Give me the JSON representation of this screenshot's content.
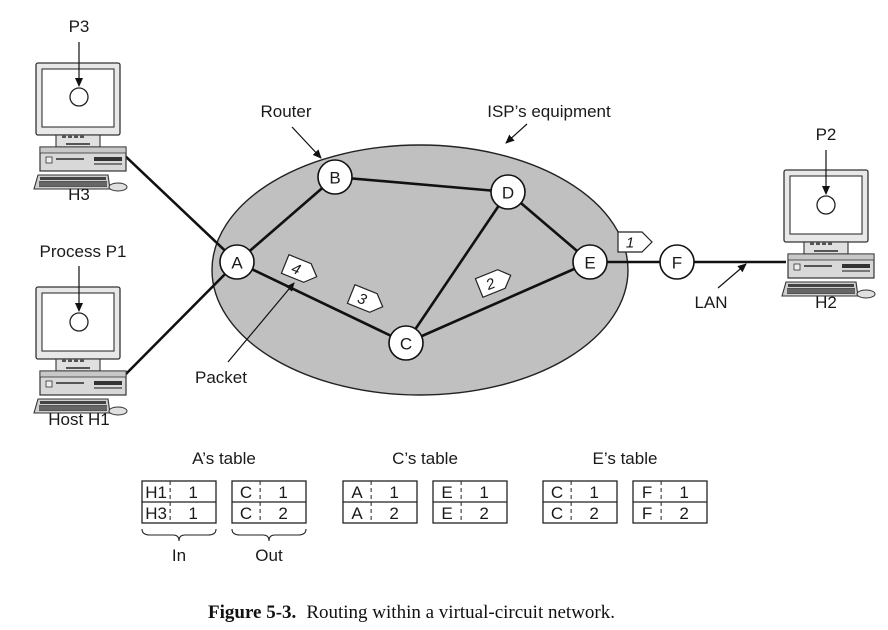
{
  "figure": {
    "caption_number": "Figure 5-3.",
    "caption_text": "Routing within a virtual-circuit network."
  },
  "labels": {
    "router": "Router",
    "isp": "ISP’s equipment",
    "packet": "Packet",
    "lan": "LAN"
  },
  "hosts": [
    {
      "id": "H3",
      "label": "H3",
      "process": "P3"
    },
    {
      "id": "H1",
      "label": "Host H1",
      "process": "Process P1"
    },
    {
      "id": "H2",
      "label": "H2",
      "process": "P2"
    }
  ],
  "routers": [
    {
      "id": "A",
      "label": "A"
    },
    {
      "id": "B",
      "label": "B"
    },
    {
      "id": "C",
      "label": "C"
    },
    {
      "id": "D",
      "label": "D"
    },
    {
      "id": "E",
      "label": "E"
    },
    {
      "id": "F",
      "label": "F"
    }
  ],
  "links": [
    [
      "H3",
      "A"
    ],
    [
      "H1",
      "A"
    ],
    [
      "A",
      "B"
    ],
    [
      "A",
      "C"
    ],
    [
      "B",
      "D"
    ],
    [
      "D",
      "C"
    ],
    [
      "D",
      "E"
    ],
    [
      "C",
      "E"
    ],
    [
      "E",
      "F"
    ],
    [
      "F",
      "H2"
    ]
  ],
  "packets": [
    {
      "label": "4",
      "link": "A-C"
    },
    {
      "label": "3",
      "link": "A-C"
    },
    {
      "label": "2",
      "link": "C-E"
    },
    {
      "label": "1",
      "link": "E-F"
    }
  ],
  "tables": [
    {
      "title": "A’s table",
      "in_label": "In",
      "out_label": "Out",
      "in": [
        [
          "H1",
          "1"
        ],
        [
          "H3",
          "1"
        ]
      ],
      "out": [
        [
          "C",
          "1"
        ],
        [
          "C",
          "2"
        ]
      ]
    },
    {
      "title": "C’s table",
      "in": [
        [
          "A",
          "1"
        ],
        [
          "A",
          "2"
        ]
      ],
      "out": [
        [
          "E",
          "1"
        ],
        [
          "E",
          "2"
        ]
      ]
    },
    {
      "title": "E’s table",
      "in": [
        [
          "C",
          "1"
        ],
        [
          "C",
          "2"
        ]
      ],
      "out": [
        [
          "F",
          "1"
        ],
        [
          "F",
          "2"
        ]
      ]
    }
  ],
  "colors": {
    "isp_fill": "#c0c0c0",
    "monitor_frame": "#e6e6e6",
    "case_fill": "#d4d4d4",
    "node_fill": "#ffffff"
  }
}
